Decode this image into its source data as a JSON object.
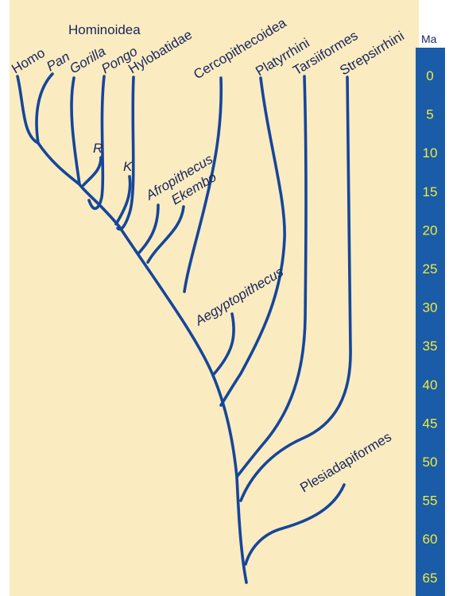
{
  "title": "Hominoidea",
  "scale": {
    "unit": "Ma",
    "ticks": [
      "0",
      "5",
      "10",
      "15",
      "20",
      "25",
      "30",
      "35",
      "40",
      "45",
      "50",
      "55",
      "60",
      "65"
    ]
  },
  "taxa": {
    "homo": "Homo",
    "pan": "Pan",
    "gorilla": "Gorilla",
    "pongo": "Pongo",
    "hylobatidae": "Hylobatidae",
    "cercopithecoidea": "Cercopithecoidea",
    "platyrrhini": "Platyrrhini",
    "tarsiiformes": "Tarsiiformes",
    "strepsirrhini": "Strepsirrhini",
    "r": "R",
    "k": "K",
    "afropithecus": "Afropithecus",
    "ekembo": "Ekembo",
    "aegyptopithecus": "Aegyptopithecus",
    "plesiadapiformes": "Plesiadapiformes"
  },
  "colors": {
    "background": "#fbebc0",
    "branch": "#15469a",
    "scale_bar": "#1a5ca8",
    "tick_text": "#f3ea3c",
    "label_text": "#15265e"
  }
}
